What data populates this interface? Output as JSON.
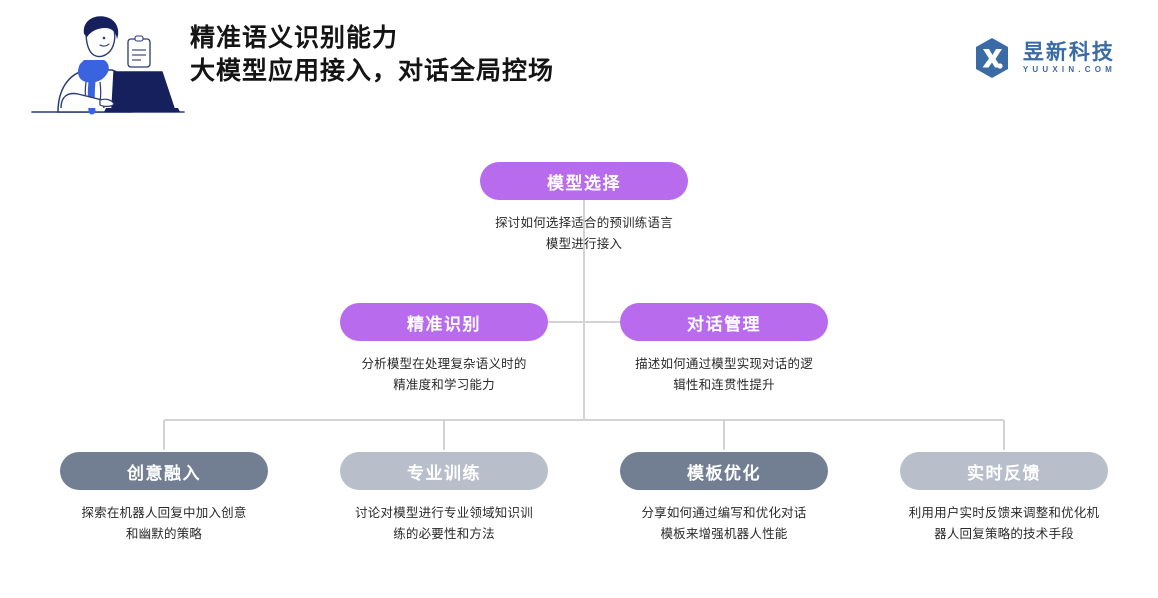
{
  "header": {
    "title_line1": "精准语义识别能力",
    "title_line2": "大模型应用接入，对话全局控场",
    "illustration_name": "person-working-on-laptop-illustration",
    "logo": {
      "cn": "昱新科技",
      "en": "YUUXIN.COM",
      "mark": "hexagon-x-logo-icon",
      "color": "#3b6ba5"
    }
  },
  "diagram": {
    "type": "tree",
    "colors": {
      "purple": "#b86ced",
      "slate": "#727f92",
      "light_gray": "#b8bfca",
      "connector": "#d0d0d0"
    },
    "nodes": [
      {
        "id": "root",
        "title": "模型选择",
        "desc_line1": "探讨如何选择适合的预训练语言",
        "desc_line2": "模型进行接入",
        "style": "purple"
      },
      {
        "id": "l2-left",
        "title": "精准识别",
        "desc_line1": "分析模型在处理复杂语义时的",
        "desc_line2": "精准度和学习能力",
        "style": "purple"
      },
      {
        "id": "l2-right",
        "title": "对话管理",
        "desc_line1": "描述如何通过模型实现对话的逻",
        "desc_line2": "辑性和连贯性提升",
        "style": "purple"
      },
      {
        "id": "l3-1",
        "title": "创意融入",
        "desc_line1": "探索在机器人回复中加入创意",
        "desc_line2": "和幽默的策略",
        "style": "slate"
      },
      {
        "id": "l3-2",
        "title": "专业训练",
        "desc_line1": "讨论对模型进行专业领域知识训",
        "desc_line2": "练的必要性和方法",
        "style": "light_gray"
      },
      {
        "id": "l3-3",
        "title": "模板优化",
        "desc_line1": "分享如何通过编写和优化对话",
        "desc_line2": "模板来增强机器人性能",
        "style": "slate"
      },
      {
        "id": "l3-4",
        "title": "实时反馈",
        "desc_line1": "利用用户实时反馈来调整和优化机",
        "desc_line2": "器人回复策略的技术手段",
        "style": "light_gray"
      }
    ]
  }
}
